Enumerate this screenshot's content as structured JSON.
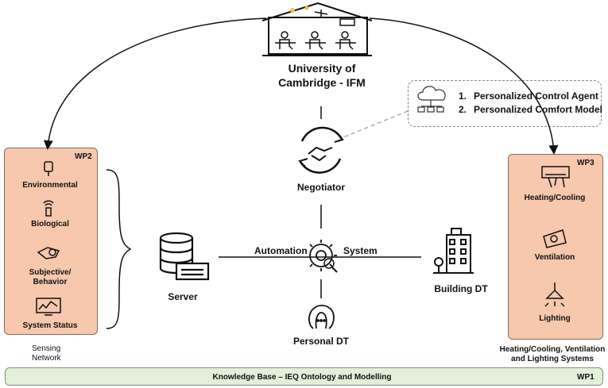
{
  "header": {
    "title_line1": "University of",
    "title_line2": "Cambridge - IFM"
  },
  "agent_box": {
    "items": [
      {
        "num": "1.",
        "label": "Personalized Control Agent"
      },
      {
        "num": "2.",
        "label": "Personalized Comfort Model"
      }
    ]
  },
  "sensing": {
    "tag": "WP2",
    "items": [
      "Environmental",
      "Biological",
      "Subjective/",
      "Behavior",
      "System Status"
    ],
    "caption_line1": "Sensing",
    "caption_line2": "Network"
  },
  "systems": {
    "tag": "WP3",
    "items": [
      "Heating/Cooling",
      "Ventilation",
      "Lighting"
    ],
    "caption_line1": "Heating/Cooling, Ventilation",
    "caption_line2": "and Lighting Systems"
  },
  "center": {
    "negotiator": "Negotiator",
    "automation": "Automation",
    "system": "System",
    "server": "Server",
    "building": "Building DT",
    "personal": "Personal DT"
  },
  "knowledge_base": {
    "label": "Knowledge Base – IEQ Ontology and Modelling",
    "tag": "WP1"
  },
  "colors": {
    "panel_fill": "#f7c8ae",
    "kb_fill": "#e4efd9"
  }
}
